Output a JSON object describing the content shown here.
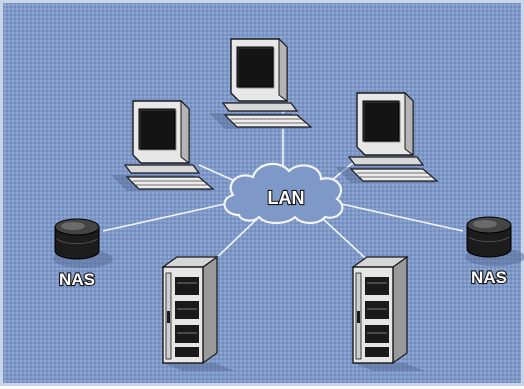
{
  "diagram": {
    "center_label": "LAN",
    "storage_labels": [
      "NAS",
      "NAS"
    ],
    "colors": {
      "background": "#7e98c8",
      "frame_border": "#c9d6ea",
      "links": "#f2f5fb",
      "cloud_fill": "#7e98c8",
      "cloud_outline": "#f2f5fb",
      "device_body": "#e8e8e8",
      "device_dark": "#1a1a1a"
    },
    "nodes": [
      {
        "id": "computer-top-left",
        "icon": "desktop-computer-icon"
      },
      {
        "id": "computer-top-center",
        "icon": "desktop-computer-icon"
      },
      {
        "id": "computer-top-right",
        "icon": "desktop-computer-icon"
      },
      {
        "id": "nas-left",
        "icon": "nas-disk-icon"
      },
      {
        "id": "nas-right",
        "icon": "nas-disk-icon"
      },
      {
        "id": "server-left",
        "icon": "server-tower-icon"
      },
      {
        "id": "server-right",
        "icon": "server-tower-icon"
      }
    ]
  }
}
